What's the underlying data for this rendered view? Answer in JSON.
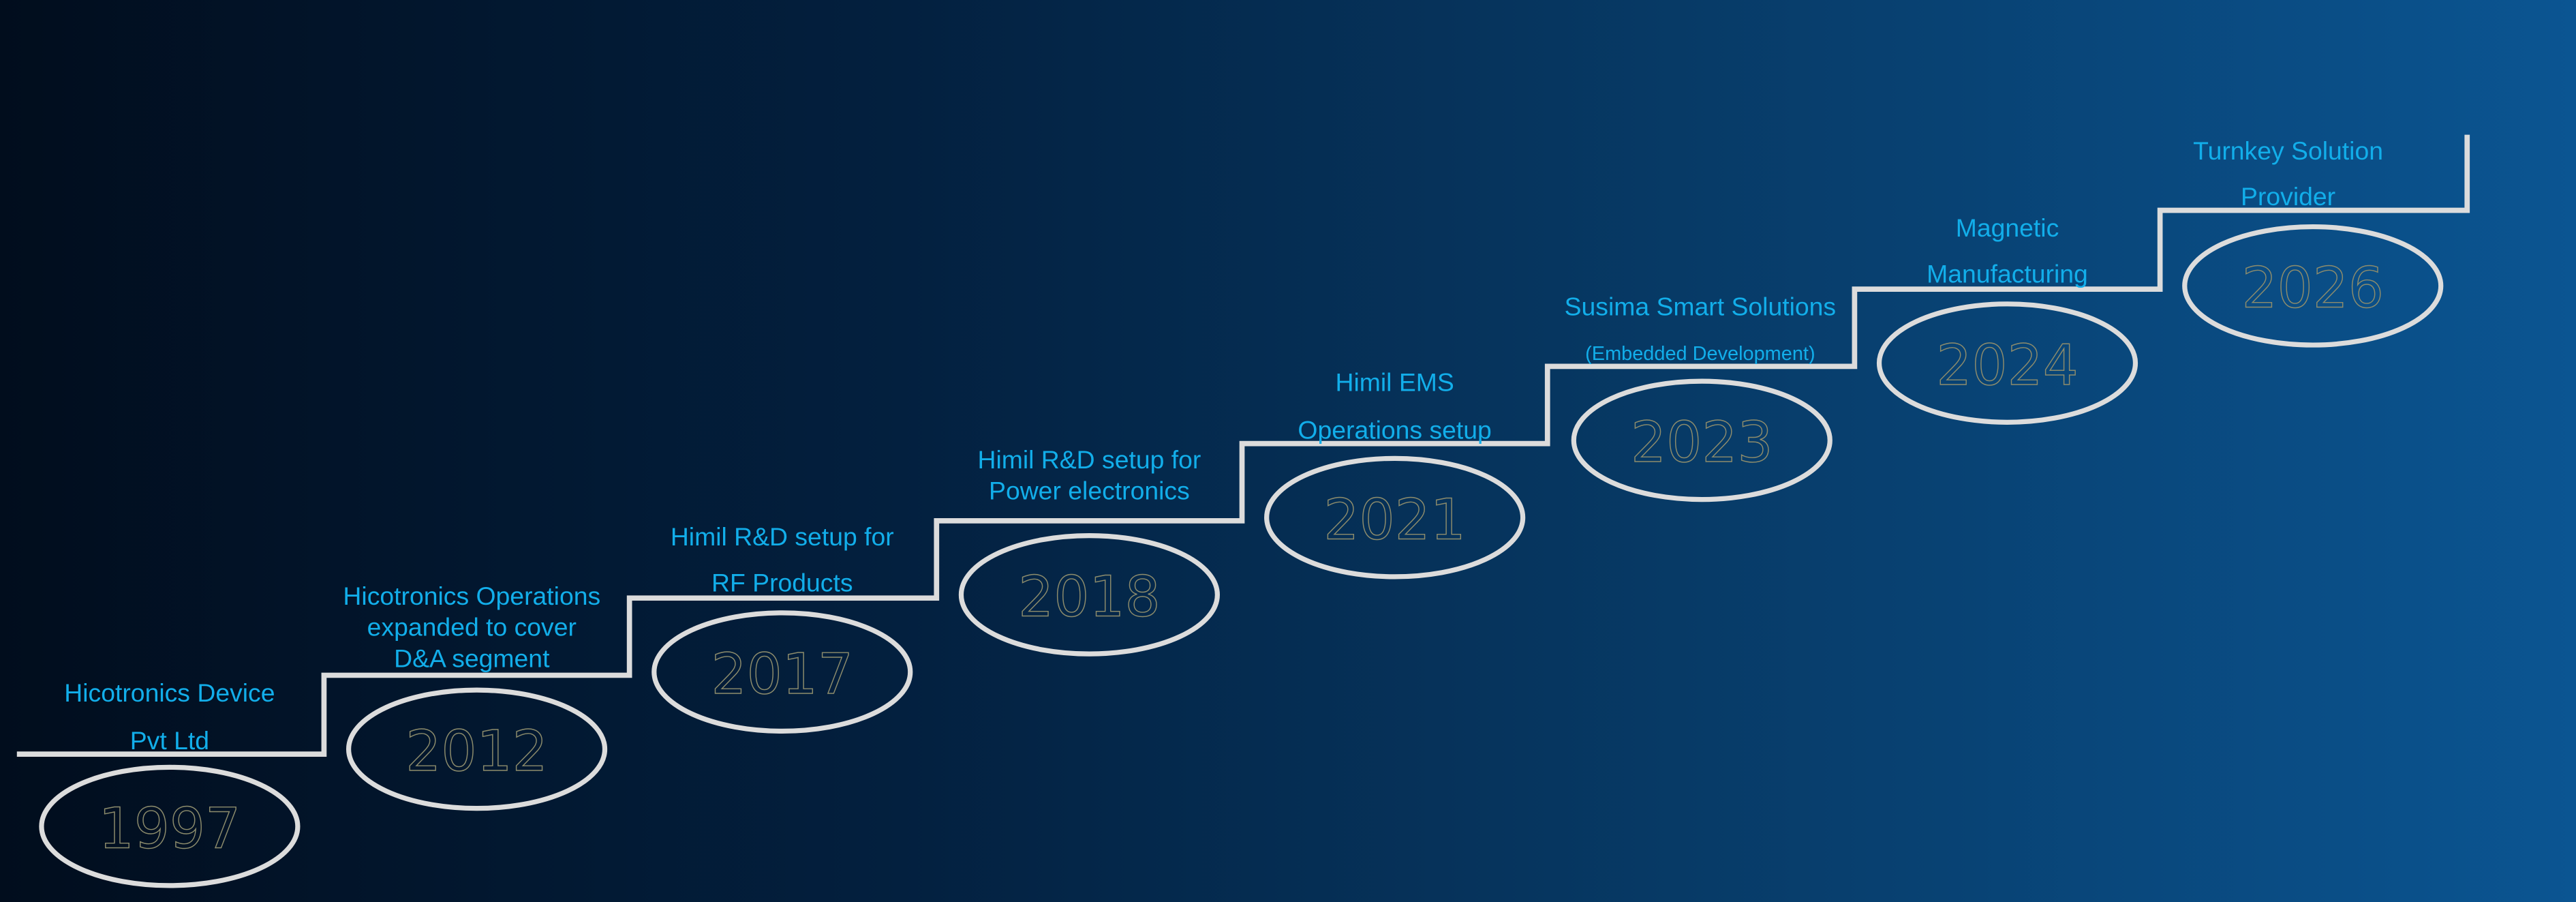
{
  "milestones": [
    {
      "year": "1997",
      "lines": [
        "Hicotronics Device",
        "Pvt Ltd"
      ]
    },
    {
      "year": "2012",
      "lines": [
        "Hicotronics Operations",
        "expanded to cover",
        "D&A segment"
      ]
    },
    {
      "year": "2017",
      "lines": [
        "Himil R&D setup for",
        "RF Products"
      ]
    },
    {
      "year": "2018",
      "lines": [
        "Himil R&D setup for",
        "Power electronics"
      ]
    },
    {
      "year": "2021",
      "lines": [
        "Himil EMS",
        "Operations setup"
      ]
    },
    {
      "year": "2023",
      "lines": [
        "Susima Smart Solutions",
        "(Embedded Development)"
      ]
    },
    {
      "year": "2024",
      "lines": [
        "Magnetic",
        "Manufacturing"
      ]
    },
    {
      "year": "2026",
      "lines": [
        "Turnkey Solution",
        "Provider"
      ]
    }
  ],
  "colors": {
    "label": "#12aeea",
    "stair": "#dcdcdc",
    "year_outline": "#8d8c6c"
  }
}
